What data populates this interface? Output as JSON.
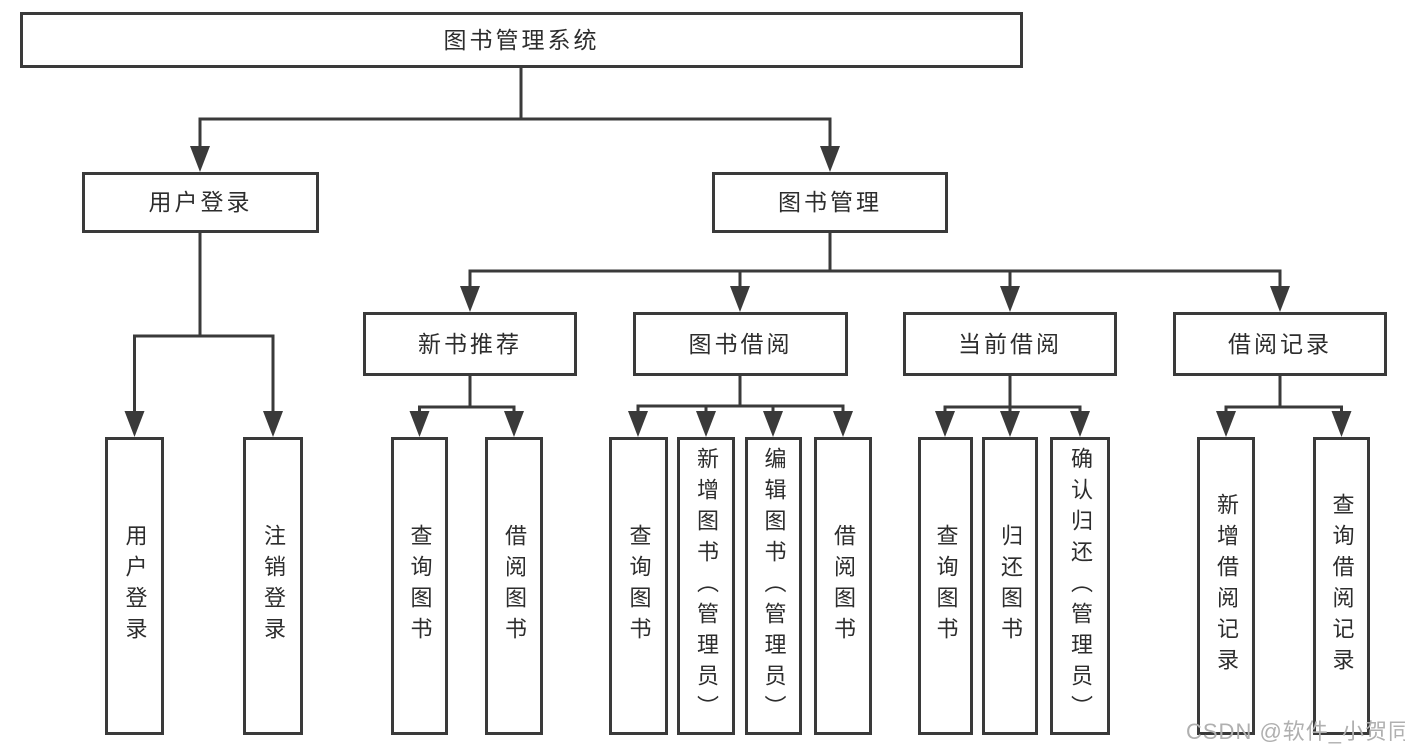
{
  "title": "图书管理系统",
  "theme": {
    "line_color": "#3a3a3a",
    "border_color": "#3a3a3a",
    "text_color": "#2d2d2d",
    "watermark_color": "#b0b0b0",
    "background": "#ffffff"
  },
  "nodes": {
    "root": {
      "label": "图书管理系统"
    },
    "user_login": {
      "label": "用户登录",
      "children": [
        {
          "label": "用户登录"
        },
        {
          "label": "注销登录"
        }
      ]
    },
    "book_management": {
      "label": "图书管理",
      "children": [
        {
          "label": "新书推荐",
          "children": [
            {
              "label": "查询图书"
            },
            {
              "label": "借阅图书"
            }
          ]
        },
        {
          "label": "图书借阅",
          "children": [
            {
              "label": "查询图书"
            },
            {
              "label": "新增图书（管理员）"
            },
            {
              "label": "编辑图书（管理员）"
            },
            {
              "label": "借阅图书"
            }
          ]
        },
        {
          "label": "当前借阅",
          "children": [
            {
              "label": "查询图书"
            },
            {
              "label": "归还图书"
            },
            {
              "label": "确认归还（管理员）"
            }
          ]
        },
        {
          "label": "借阅记录",
          "children": [
            {
              "label": "新增借阅记录"
            },
            {
              "label": "查询借阅记录"
            }
          ]
        }
      ]
    }
  },
  "watermark": {
    "text": "CSDN @软件_小贺同学"
  }
}
